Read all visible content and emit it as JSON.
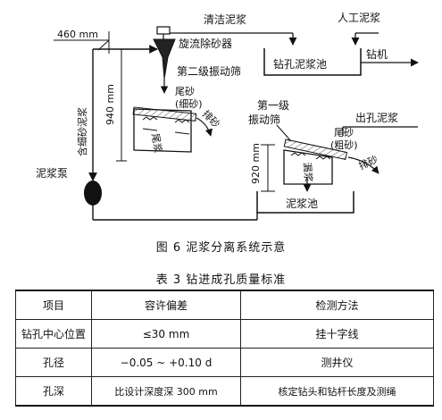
{
  "figure": {
    "caption": "图 6    泥浆分离系统示意",
    "labels": {
      "clean_mud": "清洁泥浆",
      "artificial_mud": "人工泥浆",
      "dim_460": "460 mm",
      "desander": "旋流除砂器",
      "second_screen": "第二级振动筛",
      "borehole_pool": "钻孔泥浆池",
      "drill": "钻机",
      "dim_940": "940 mm",
      "fine_sand_mud": "含细砂泥浆",
      "tail_sand_2": "尾砂",
      "fine_sand_2": "(细砂)",
      "discharge_2": "排砂",
      "tail_mud_2": "尾浆",
      "first_screen_1": "第一级",
      "first_screen_2": "振动筛",
      "outlet_mud": "出孔泥浆",
      "tail_sand_1": "尾砂",
      "coarse_sand_1": "(粗砂)",
      "leak_mud": "漏浆",
      "discharge_1": "排砂",
      "dim_920": "920 mm",
      "mud_pump": "泥浆泵",
      "mud_pool": "泥浆池"
    }
  },
  "table": {
    "title": "表 3    钻进成孔质量标准",
    "headers": [
      "项目",
      "容许偏差",
      "检测方法"
    ],
    "rows": [
      [
        "钻孔中心位置",
        "≤30 mm",
        "挂十字线"
      ],
      [
        "孔径",
        "−0.05 ~ +0.10 d",
        "测井仪"
      ],
      [
        "孔深",
        "比设计深度深 300 mm",
        "核定钻头和钻杆长度及测绳"
      ]
    ]
  }
}
